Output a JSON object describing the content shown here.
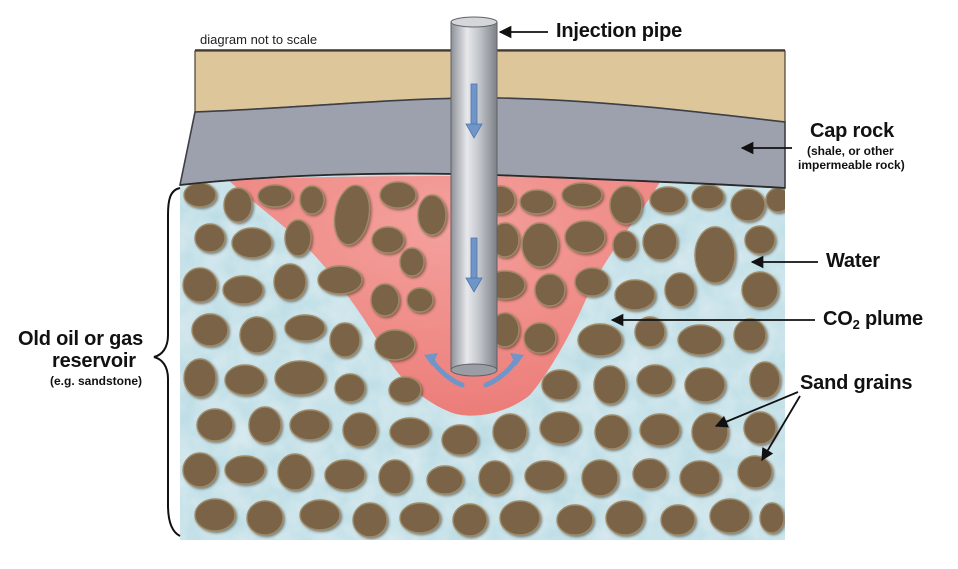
{
  "note": "diagram not to scale",
  "labels": {
    "injection_pipe": "Injection pipe",
    "cap_rock": "Cap rock",
    "cap_rock_sub_1": "(shale, or other",
    "cap_rock_sub_2": "impermeable rock)",
    "water": "Water",
    "co2_prefix": "CO",
    "co2_sub": "2",
    "co2_suffix": " plume",
    "sand_grains": "Sand grains",
    "reservoir_1": "Old oil or gas",
    "reservoir_2": "reservoir",
    "reservoir_sub": "(e.g. sandstone)"
  },
  "colors": {
    "topsoil": "#dcc69a",
    "cap_rock": "#9da0ad",
    "water": "#bcdde5",
    "co2_plume": "#f08f8c",
    "sand_grain": "#7a6447",
    "pipe": "#b9bcc2",
    "flow_arrow": "#6f95c9"
  },
  "icons": {
    "flow_direction": "down-arrow-icon",
    "spread_direction": "curved-arrow-icon"
  }
}
